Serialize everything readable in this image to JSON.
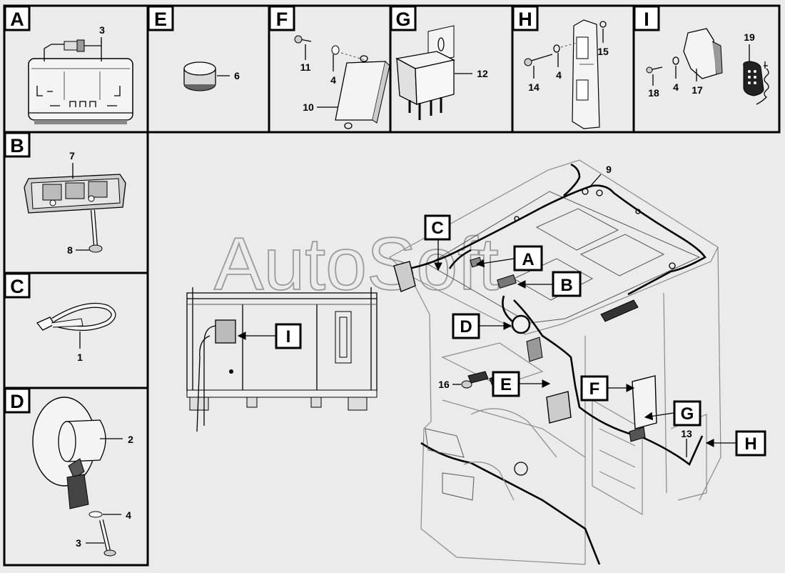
{
  "watermark": "AutoSoft",
  "panels": [
    {
      "id": "A",
      "letter": "A",
      "part_numbers": [
        "3"
      ]
    },
    {
      "id": "B",
      "letter": "B",
      "part_numbers": [
        "7",
        "8"
      ]
    },
    {
      "id": "C",
      "letter": "C",
      "part_numbers": [
        "1"
      ]
    },
    {
      "id": "D",
      "letter": "D",
      "part_numbers": [
        "2",
        "4",
        "3"
      ]
    },
    {
      "id": "E",
      "letter": "E",
      "part_numbers": [
        "6"
      ]
    },
    {
      "id": "F",
      "letter": "F",
      "part_numbers": [
        "11",
        "4",
        "10"
      ]
    },
    {
      "id": "G",
      "letter": "G",
      "part_numbers": [
        "12"
      ]
    },
    {
      "id": "H",
      "letter": "H",
      "part_numbers": [
        "15",
        "4",
        "14"
      ]
    },
    {
      "id": "I",
      "letter": "I",
      "part_numbers": [
        "19",
        "18",
        "4",
        "17"
      ]
    }
  ],
  "main_view": {
    "callouts": [
      "C",
      "A",
      "B",
      "D",
      "E",
      "F",
      "G",
      "H",
      "I"
    ],
    "part_numbers": [
      "9",
      "16",
      "13"
    ]
  }
}
